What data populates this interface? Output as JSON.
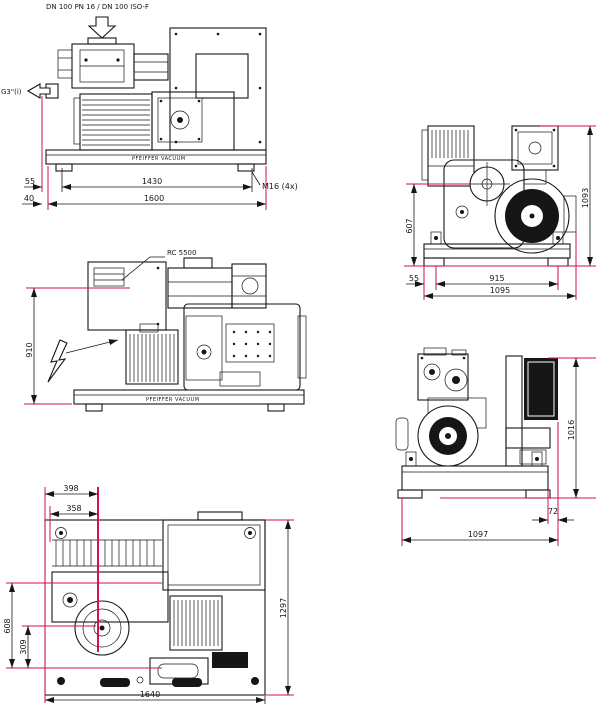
{
  "drawing": {
    "type": "technical dimension drawing",
    "subject": "vacuum pumping station"
  },
  "colors": {
    "dim_line": "#d6104a",
    "drawing_line": "#161616"
  },
  "callouts": {
    "inlet_flange": "DN 100 PN 16 / DN 100 ISO-F",
    "exhaust_port": "G3\"(i)",
    "unit_model": "RC 5500",
    "mounting_holes": "M16 (4x)",
    "brand": "PFEIFFER VACUUM"
  },
  "views": {
    "side_view": {
      "dims": {
        "foot_offset": "55",
        "foot_spacing": "1430",
        "edge_offset": "40",
        "base_length": "1600"
      }
    },
    "opposite_side_view": {
      "dims": {
        "axis_height": "910"
      }
    },
    "top_view": {
      "dims": {
        "port_offset_outer": "398",
        "port_offset_inner": "358",
        "axis_offset_outer": "608",
        "axis_offset_inner": "309",
        "overall_width": "1297",
        "overall_length": "1640"
      }
    },
    "front_view": {
      "dims": {
        "axis_height": "607",
        "overall_height": "1093",
        "foot_offset": "55",
        "foot_spacing": "915",
        "overall_width": "1095"
      }
    },
    "rear_view": {
      "dims": {
        "overall_height": "1016",
        "overhang": "72",
        "overall_width": "1097"
      }
    }
  }
}
